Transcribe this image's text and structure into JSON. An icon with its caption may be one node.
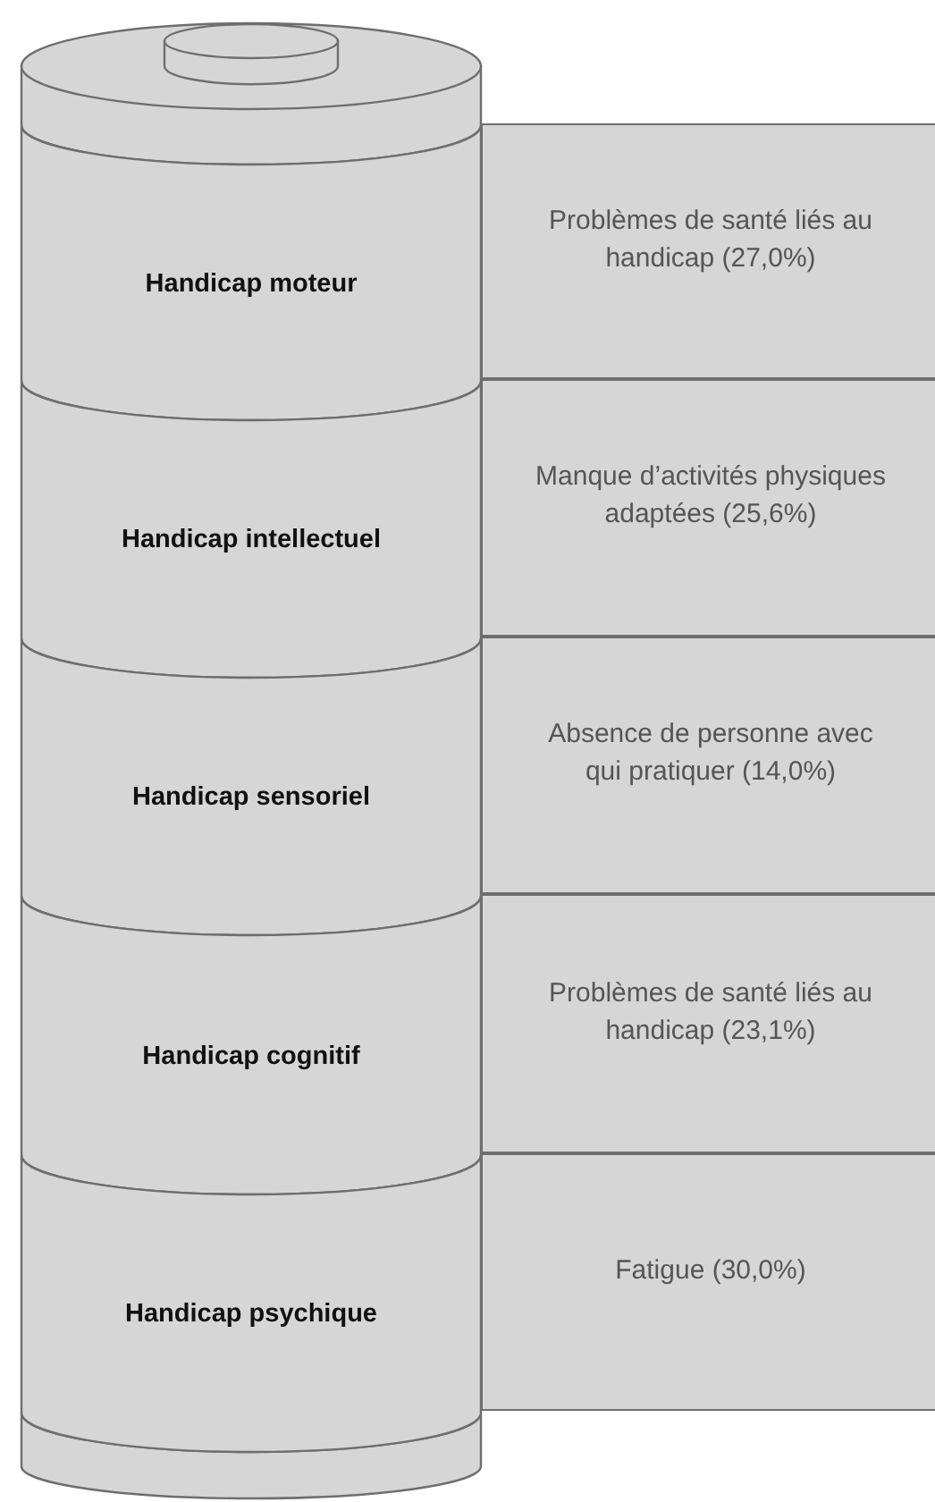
{
  "diagram": {
    "nodes": [
      {
        "text": [
          "Handicap moteur"
        ]
      },
      {
        "text": [
          "Problèmes de santé liés au handicap (27,0%)"
        ]
      },
      {
        "text": [
          "Handicap intellectuel"
        ]
      },
      {
        "text": [
          "Manque d’activités physiques adaptées (25,6%)"
        ]
      },
      {
        "text": [
          "Handicap sensoriel"
        ]
      },
      {
        "text": [
          "Absence de personne avec qui pratiquer (14,0%)"
        ]
      },
      {
        "text": [
          "Handicap cognitif"
        ]
      },
      {
        "text": [
          "Problèmes de santé liés au handicap (23,1%)"
        ]
      },
      {
        "text": [
          "Handicap psychique"
        ]
      },
      {
        "text": [
          "Fatigue (30,0%)"
        ]
      }
    ],
    "edges": []
  }
}
